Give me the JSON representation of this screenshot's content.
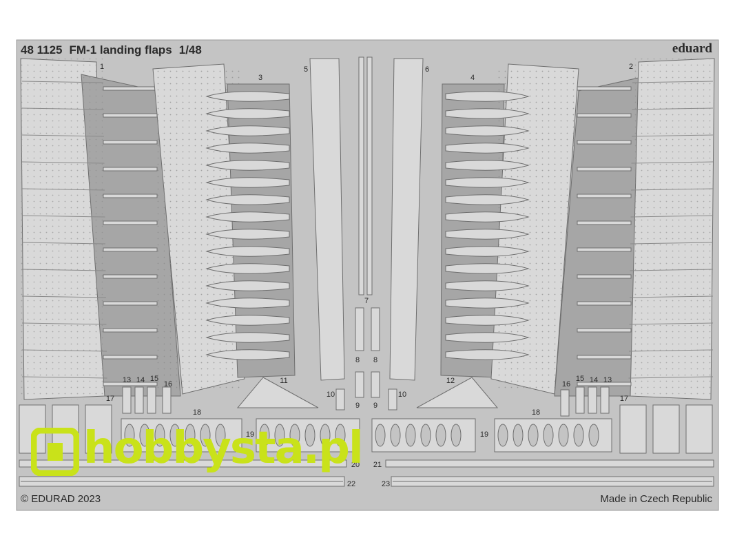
{
  "header": {
    "code": "48 1125",
    "name": "FM-1 landing flaps",
    "scale": "1/48",
    "brand": "eduard"
  },
  "footer": {
    "copyright": "© EDURAD 2023",
    "origin": "Made in Czech Republic"
  },
  "watermark": {
    "text": "hobbysta.pl",
    "color": "#c9e21a"
  },
  "part_labels": [
    "1",
    "2",
    "3",
    "4",
    "5",
    "6",
    "7",
    "8",
    "8",
    "9",
    "9",
    "10",
    "10",
    "11",
    "12",
    "13",
    "14",
    "15",
    "16",
    "16",
    "15",
    "14",
    "13",
    "17",
    "17",
    "18",
    "18",
    "19",
    "19",
    "20",
    "21",
    "22",
    "23"
  ],
  "colors": {
    "fret": "#c4c4c4",
    "part": "#d9d9d9",
    "shade": "#a6a6a6",
    "outline": "#6e6e6e",
    "text": "#2b2b2b"
  }
}
